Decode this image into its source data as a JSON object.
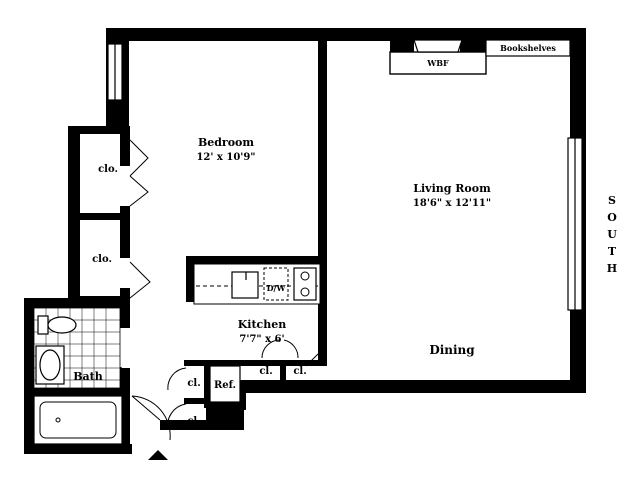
{
  "rooms": {
    "bedroom": {
      "name": "Bedroom",
      "size": "12' x 10'9\""
    },
    "living_room": {
      "name": "Living Room",
      "size": "18'6\" x 12'11\""
    },
    "kitchen": {
      "name": "Kitchen",
      "size": "7'7\" x 6'"
    },
    "dining": {
      "name": "Dining"
    },
    "bath": {
      "name": "Bath"
    }
  },
  "labels": {
    "closet_upper": "clo.",
    "closet_lower": "clo.",
    "closet_hall_1": "cl.",
    "closet_hall_2": "cl.",
    "closet_kitchen_1": "cl.",
    "closet_kitchen_2": "cl.",
    "refrigerator": "Ref.",
    "dishwasher": "D/W",
    "fireplace": "WBF",
    "bookshelves": "Bookshelves"
  },
  "orientation": {
    "letters": [
      "S",
      "O",
      "U",
      "T",
      "H"
    ]
  }
}
